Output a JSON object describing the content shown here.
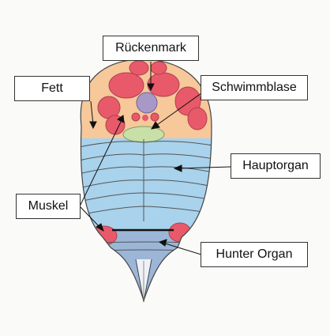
{
  "labels": {
    "rueckenmark": "Rückenmark",
    "fett": "Fett",
    "schwimmblase": "Schwimmblase",
    "hauptorgan": "Hauptorgan",
    "muskel": "Muskel",
    "hunter_organ": "Hunter Organ"
  },
  "colors": {
    "fat": "#f6c89a",
    "muscle": "#e85a6a",
    "spinal_cord": "#a898c8",
    "swim_bladder": "#c8e0a8",
    "main_organ": "#a9d2ec",
    "hunter_organ": "#9cb6d8",
    "outline": "#444444"
  }
}
